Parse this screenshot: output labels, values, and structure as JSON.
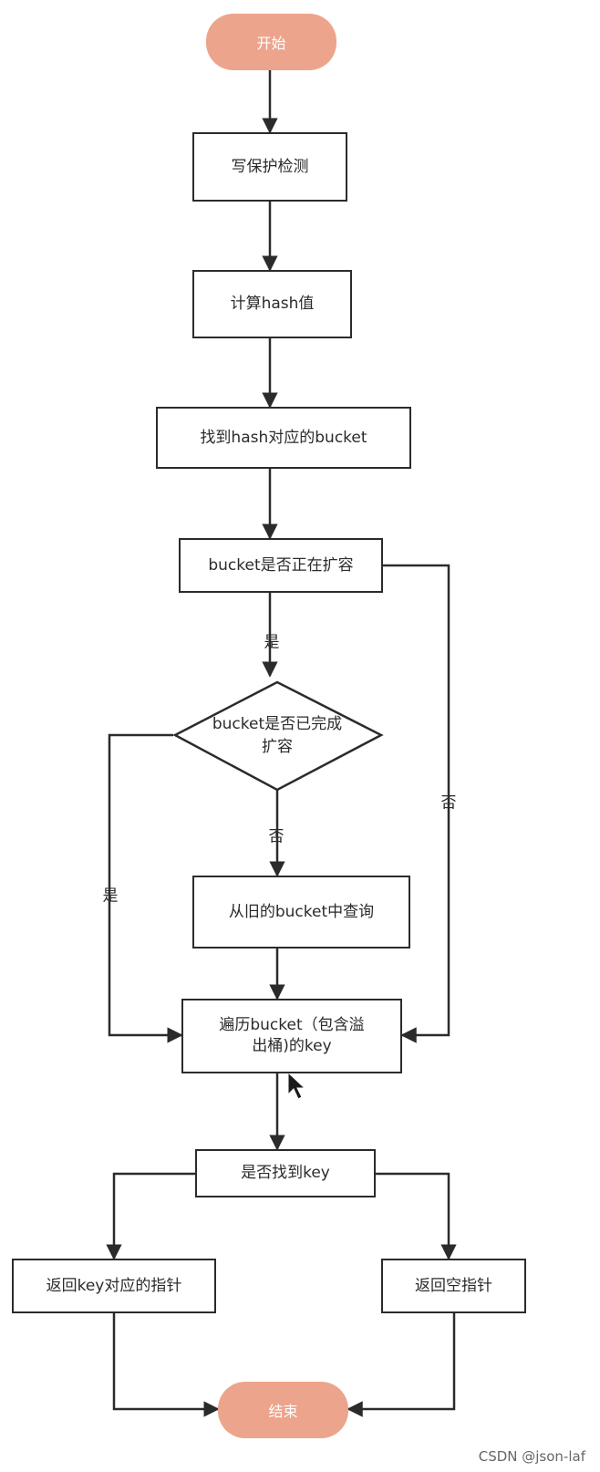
{
  "nodes": {
    "start": "开始",
    "write_protect": "写保护检测",
    "compute_hash": "计算hash值",
    "find_bucket": "找到hash对应的bucket",
    "is_growing": "bucket是否正在扩容",
    "grow_done_line1": "bucket是否已完成",
    "grow_done_line2": "扩容",
    "query_old": "从旧的bucket中查询",
    "traverse_line1": "遍历bucket（包含溢",
    "traverse_line2": "出桶)的key",
    "found_key": "是否找到key",
    "return_pointer": "返回key对应的指针",
    "return_null": "返回空指针",
    "end": "结束"
  },
  "edges": {
    "yes_growing": "是",
    "no_growing": "否",
    "yes_done": "是",
    "no_done": "否"
  },
  "watermark": "CSDN @json-laf",
  "colors": {
    "terminal": "#eda48c",
    "line": "#2b2b2b"
  }
}
